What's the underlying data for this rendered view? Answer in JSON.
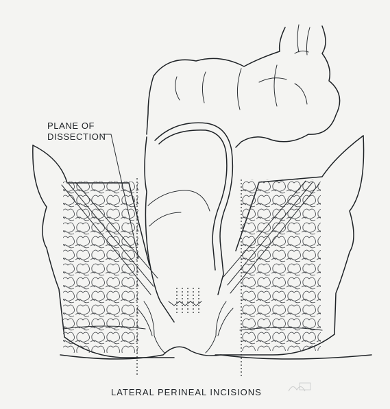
{
  "labels": {
    "plane_line1": "PLANE OF",
    "plane_line2": "DISSECTION",
    "caption": "LATERAL PERINEAL INCISIONS"
  }
}
